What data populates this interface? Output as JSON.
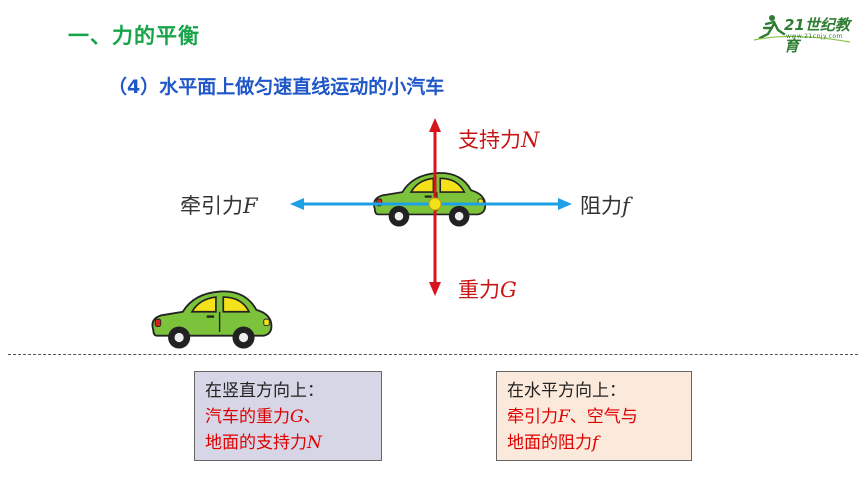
{
  "header": {
    "section_title": "一、力的平衡",
    "subtitle": "（4）水平面上做匀速直线运动的小汽车",
    "logo_text": "21世纪教育",
    "logo_sub": "www.21cnjy.com"
  },
  "forces": {
    "support_prefix": "支持力",
    "support_symbol": "N",
    "gravity_prefix": "重力",
    "gravity_symbol": "G",
    "traction_prefix": "牵引力",
    "traction_symbol": "F",
    "resistance_prefix": "阻力",
    "resistance_symbol": "f"
  },
  "colors": {
    "vertical_arrow": "#d6141c",
    "horizontal_arrow": "#1ea0e6",
    "car_body": "#7cc23a",
    "car_window": "#f3e21a",
    "section_title": "#17a34a",
    "subtitle": "#1f57c9"
  },
  "boxes": {
    "vertical": {
      "heading": "在竖直方向上：",
      "line1_prefix": "汽车的重力",
      "line1_symbol": "G",
      "line1_suffix": "、",
      "line2_prefix": "地面的支持力",
      "line2_symbol": "N"
    },
    "horizontal": {
      "heading": "在水平方向上：",
      "line1_prefix": "牵引力",
      "line1_symbol": "F",
      "line1_suffix": "、空气与",
      "line2_prefix": "地面的阻力",
      "line2_symbol": "f"
    }
  }
}
